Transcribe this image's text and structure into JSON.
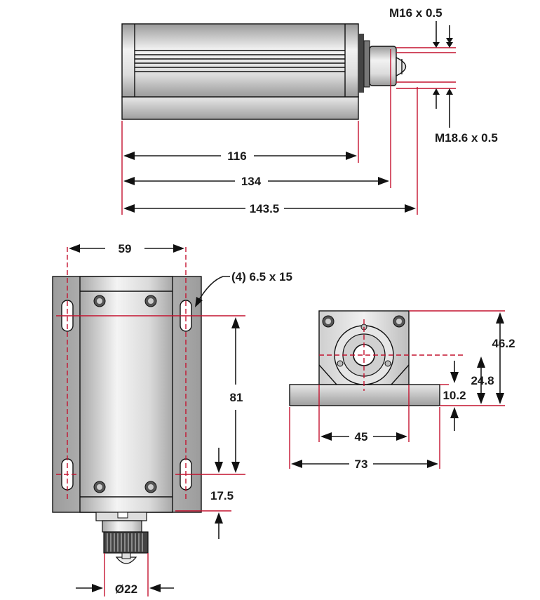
{
  "side_view": {
    "thread_top": "M16 x 0.5",
    "thread_bottom": "M18.6 x 0.5",
    "dim_116": "116",
    "dim_134": "134",
    "dim_143_5": "143.5"
  },
  "top_view": {
    "dim_59": "59",
    "slot_callout": "(4) 6.5 x 15",
    "dim_81": "81",
    "dim_17_5": "17.5",
    "dim_diameter": "Ø22"
  },
  "end_view": {
    "dim_46_2": "46.2",
    "dim_24_8": "24.8",
    "dim_10_2": "10.2",
    "dim_45": "45",
    "dim_73": "73"
  },
  "colors": {
    "dimension_line": "#c4122f",
    "body_fill": "#b5b5b5",
    "outline": "#111111"
  }
}
